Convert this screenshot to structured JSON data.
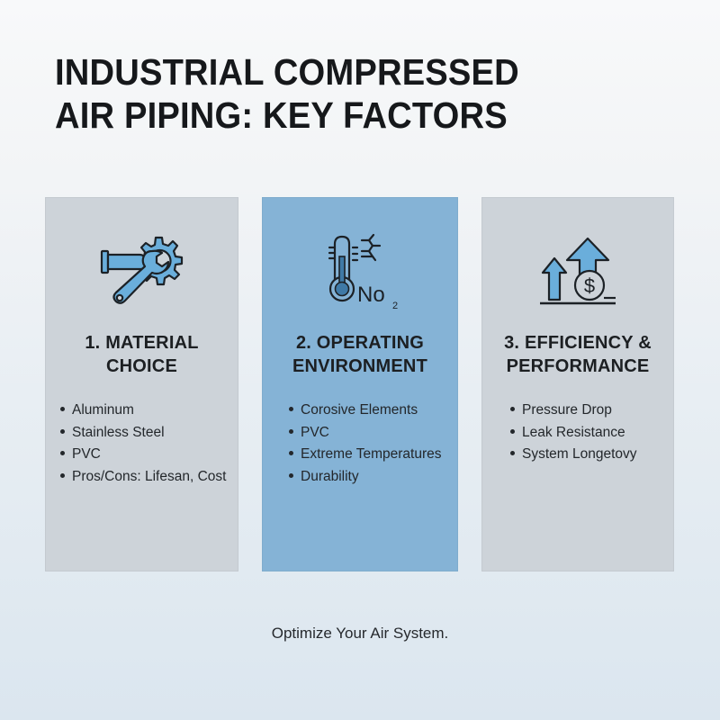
{
  "header": {
    "title_line1": "INDUSTRIAL COMPRESSED",
    "title_line2": "AIR PIPING: KEY FACTORS"
  },
  "colors": {
    "card_gray": "#cdd3d9",
    "card_blue": "#85b3d6",
    "icon_fill": "#6aaedb",
    "icon_stroke": "#1c2126",
    "text": "#1e2124"
  },
  "cards": [
    {
      "icon": "pipe-wrench-gear-icon",
      "title_line1": "1. MATERIAL",
      "title_line2": "CHOICE",
      "style": "gray",
      "bullets": [
        "Aluminum",
        "Stainless Steel",
        "PVC",
        "Pros/Cons: Lifesan, Cost"
      ]
    },
    {
      "icon": "thermometer-no2-icon",
      "title_line1": "2. OPERATING",
      "title_line2": "ENVIRONMENT",
      "style": "blue",
      "no2_label": "No",
      "no2_sub": "2",
      "bullets": [
        "Corosive Elements",
        "PVC",
        "Extreme Temperatures",
        "Durability"
      ]
    },
    {
      "icon": "growth-arrows-dollar-icon",
      "title_line1": "3. EFFICIENCY &",
      "title_line2": "PERFORMANCE",
      "style": "gray",
      "dollar_symbol": "$",
      "bullets": [
        "Pressure Drop",
        "Leak Resistance",
        "System Longetovy"
      ]
    }
  ],
  "footer": {
    "tagline": "Optimize Your Air System."
  }
}
